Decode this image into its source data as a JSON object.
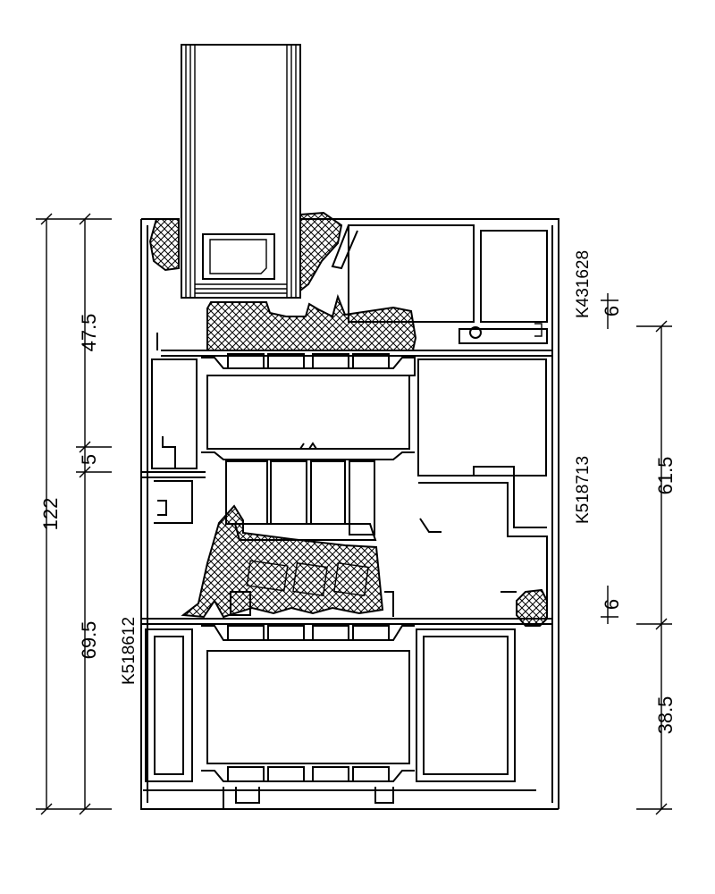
{
  "dimensions": {
    "left_total": "122",
    "left_top": "47.5",
    "left_gap": "5",
    "left_bottom": "69.5",
    "right_upper": "6",
    "right_mid": "61.5",
    "right_lower": "6",
    "right_bottom": "38.5"
  },
  "labels": {
    "top_profile": "K431628",
    "middle_profile": "K518713",
    "bottom_profile": "K518612"
  }
}
